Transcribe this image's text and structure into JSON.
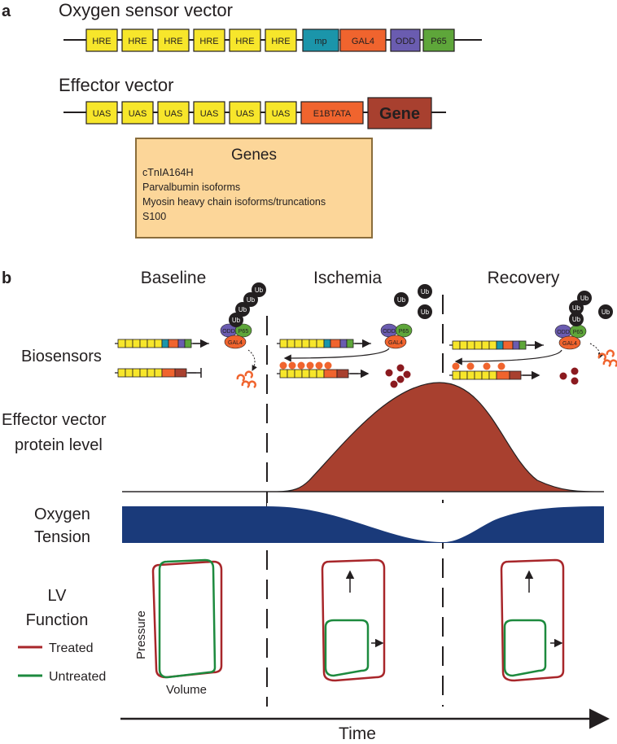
{
  "panel_a": {
    "letter": "a",
    "sensor_title": "Oxygen sensor vector",
    "sensor_elements": [
      {
        "label": "HRE",
        "color": "#f7e62b"
      },
      {
        "label": "HRE",
        "color": "#f7e62b"
      },
      {
        "label": "HRE",
        "color": "#f7e62b"
      },
      {
        "label": "HRE",
        "color": "#f7e62b"
      },
      {
        "label": "HRE",
        "color": "#f7e62b"
      },
      {
        "label": "HRE",
        "color": "#f7e62b"
      },
      {
        "label": "mp",
        "color": "#1b95aa"
      },
      {
        "label": "GAL4",
        "color": "#f0642e"
      },
      {
        "label": "ODD",
        "color": "#6a5cb0"
      },
      {
        "label": "P65",
        "color": "#5ea63a"
      }
    ],
    "effector_title": "Effector vector",
    "effector_elements": [
      {
        "label": "UAS",
        "color": "#f7e62b"
      },
      {
        "label": "UAS",
        "color": "#f7e62b"
      },
      {
        "label": "UAS",
        "color": "#f7e62b"
      },
      {
        "label": "UAS",
        "color": "#f7e62b"
      },
      {
        "label": "UAS",
        "color": "#f7e62b"
      },
      {
        "label": "UAS",
        "color": "#f7e62b"
      },
      {
        "label": "E1BTATA",
        "color": "#f0642e"
      },
      {
        "label": "Gene",
        "color": "#a8402f"
      }
    ],
    "genes_box": {
      "title": "Genes",
      "items": [
        "cTnIA164H",
        "Parvalbumin isoforms",
        "Myosin heavy chain isoforms/truncations",
        "S100"
      ],
      "fill": "#fcd699"
    }
  },
  "panel_b": {
    "letter": "b",
    "phases": [
      "Baseline",
      "Ischemia",
      "Recovery"
    ],
    "row_labels": {
      "biosensors": "Biosensors",
      "effector_line1": "Effector vector",
      "effector_line2": "protein level",
      "oxygen_line1": "Oxygen",
      "oxygen_line2": "Tension",
      "lv_line1": "LV",
      "lv_line2": "Function"
    },
    "ub_label": "Ub",
    "complex_labels": {
      "odd": "ODD",
      "p65": "P65",
      "gal4": "GAL4"
    },
    "legend": [
      {
        "label": "Treated",
        "color": "#a8262a"
      },
      {
        "label": "Untreated",
        "color": "#1d8a3e"
      }
    ],
    "axis_pressure": "Pressure",
    "axis_volume": "Volume",
    "time_label": "Time",
    "colors": {
      "protein_fill": "#a8402f",
      "oxygen_fill": "#1a3a7a",
      "dot": "#f0642e",
      "protein_dot": "#8b1a1f"
    }
  }
}
